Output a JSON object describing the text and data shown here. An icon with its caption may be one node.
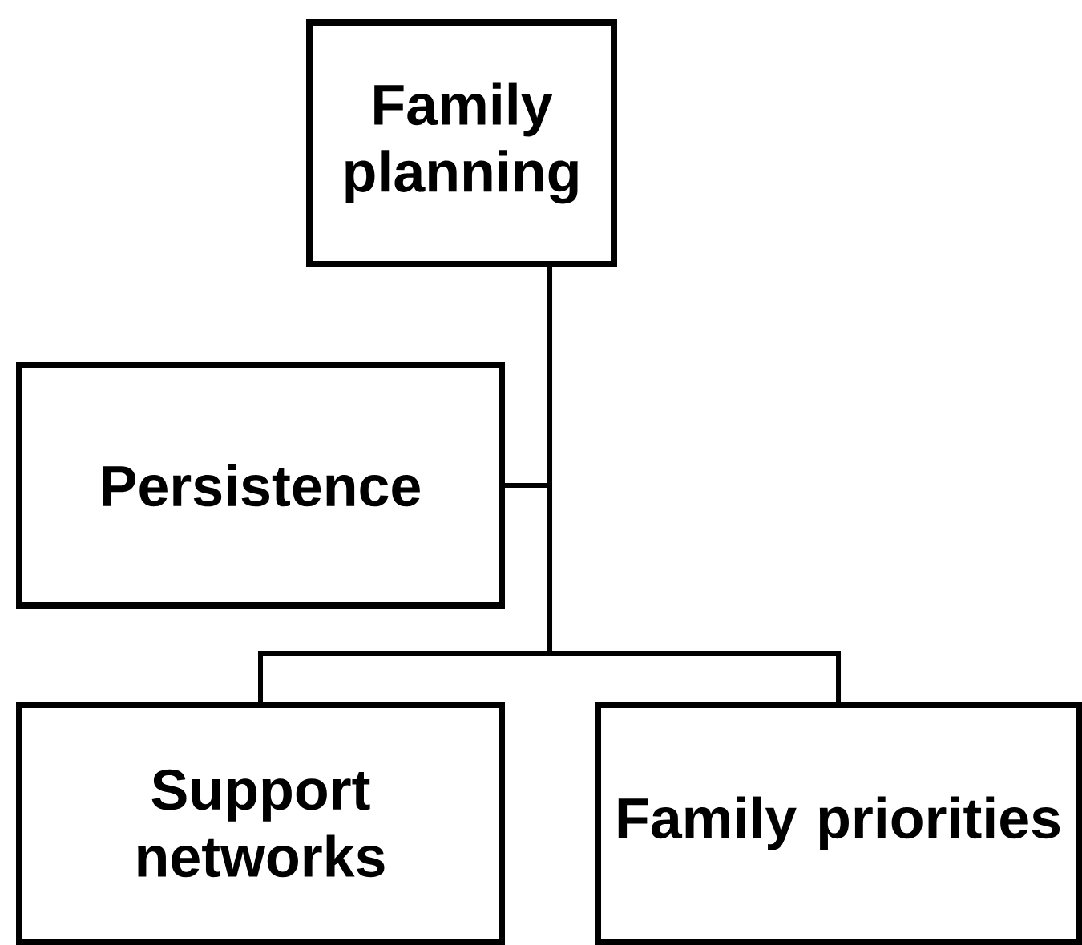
{
  "diagram": {
    "nodes": [
      {
        "text": [
          "Family planning"
        ]
      },
      {
        "text": [
          "Persistence"
        ]
      },
      {
        "text": [
          "Support networks"
        ]
      },
      {
        "text": [
          "Family priorities"
        ]
      }
    ],
    "edges": [
      {
        "from": 0,
        "to": 1,
        "arrow": "none"
      },
      {
        "from": 0,
        "to": 2,
        "arrow": "none"
      },
      {
        "from": 0,
        "to": 3,
        "arrow": "none"
      }
    ]
  }
}
